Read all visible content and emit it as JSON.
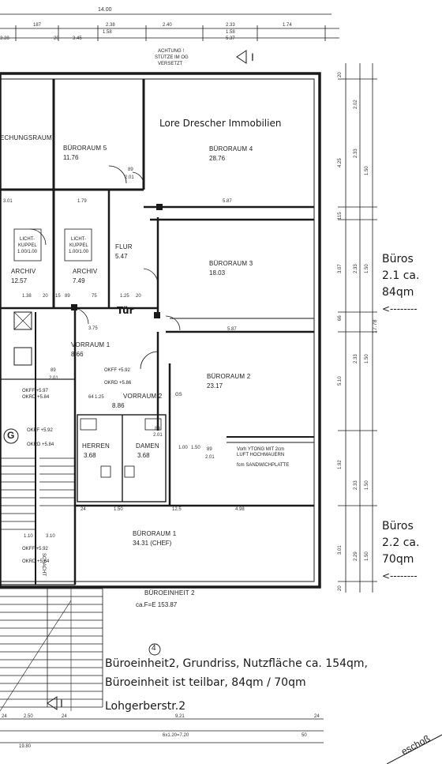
{
  "overlay": {
    "company": "Lore Drescher Immobilien",
    "door": "Tür",
    "unit1": [
      "Büros",
      "2.1 ca.",
      "84qm",
      "<--------"
    ],
    "unit2": [
      "Büros",
      "2.2 ca.",
      "70qm",
      "<--------"
    ],
    "description_line1": "Büroeinheit2, Grundriss, Nutzfläche ca. 154qm,",
    "description_line2": "Büroeinheit ist teilbar, 84qm / 70qm",
    "street": "Lohgerberstr.2"
  },
  "rooms": [
    {
      "id": "buero5",
      "name": "BÜRORAUM 5",
      "area": "11.76"
    },
    {
      "id": "buero4",
      "name": "BÜRORAUM 4",
      "area": "28.76"
    },
    {
      "id": "buero3",
      "name": "BÜRORAUM 3",
      "area": "18.03"
    },
    {
      "id": "buero2",
      "name": "BÜRORAUM 2",
      "area": "23.17"
    },
    {
      "id": "buero1",
      "name": "BÜRORAUM 1",
      "area": "34.31 (CHEF)"
    },
    {
      "id": "flur",
      "name": "FLUR",
      "area": "5.47"
    },
    {
      "id": "vorraum1",
      "name": "VORRAUM 1",
      "area": "8.66"
    },
    {
      "id": "vorraum2",
      "name": "VORRAUM 2",
      "area": "8.86"
    },
    {
      "id": "archiv1",
      "name": "ARCHIV",
      "area": "12.57"
    },
    {
      "id": "archiv2",
      "name": "ARCHIV",
      "area": "7.49"
    },
    {
      "id": "herren",
      "name": "HERREN",
      "area": "3.68"
    },
    {
      "id": "damen",
      "name": "DAMEN",
      "area": "3.68"
    },
    {
      "id": "rechenraum",
      "name": "ECHUNGSRAUM",
      "area": ""
    }
  ],
  "plan_labels": {
    "unit_title": "BÜROEINHEIT 2",
    "unit_area": "ca.F=E 153.87",
    "stair_marker": "G",
    "level_marker": "4",
    "axis_marker": "I",
    "axis_marker_bottom": "I",
    "achtung": [
      "ACHTUNG !",
      "STÜTZE IM OG",
      "VERSETZT"
    ],
    "licht1": [
      "LICHT-",
      "KUPPEL",
      "1.00/1.00"
    ],
    "licht2": [
      "LICHT-",
      "KUPPEL",
      "1.00/1.00"
    ],
    "ytong": "Vorh YTONG MIT 2cm",
    "ytong2": "LUFT HOCHMAUERN",
    "sandwich": "fcm SANDWICHPLATTE",
    "schacht": "SCHACHT",
    "gs": "GS",
    "okff1": "OKFF +5.92",
    "okrd1": "OKRD +5.86",
    "okff2": "OKFF +5.92",
    "okrd2": "OKRD +5.84",
    "okff3": "OKFF +5.92",
    "okrd3": "OKRD +5.84",
    "okff4": "OKFF +5.97",
    "okrd4": "OKRD +5.84",
    "corner": "eschoß"
  },
  "dimensions": {
    "top_total": "14.00",
    "top_row": [
      "187",
      "2.38",
      "2.40",
      "2.33",
      "1.74"
    ],
    "top_sub": [
      "1.58",
      "1.58",
      "5.37"
    ],
    "top_left": "3.28",
    "top_20": "20",
    "top_345": "3.45",
    "bottom_row": [
      "24",
      "2.50",
      "24",
      "9.21",
      "24"
    ],
    "bottom_total": "19.80",
    "bottom_sub": "6x1.20=7.20",
    "bottom_50": "50",
    "mid_row1": [
      "3.01",
      "1.79",
      "5.87"
    ],
    "mid_row2": [
      "3.75",
      "5.87"
    ],
    "mid_row3": [
      "24",
      "1.50",
      "12.5",
      "4.98"
    ],
    "mid_row4": [
      "1.10",
      "3.10"
    ],
    "misc": [
      "1.38",
      "20",
      "15",
      "89",
      "75",
      "1.25",
      "20",
      "89",
      "2.01",
      "64",
      "1.25",
      "89",
      "2.01",
      "89",
      "2.01",
      "1.00",
      "1.50",
      "89",
      "2.01"
    ],
    "right_col1": [
      "20",
      "4.25",
      "115",
      "3.07",
      "66",
      "5.10",
      "1.92",
      "3.01",
      "20"
    ],
    "right_col2": [
      "2.02",
      "2.33",
      "1.50",
      "2.33",
      "1.50",
      "2.33",
      "1.50",
      "2.33",
      "1.50",
      "2.29",
      "1.50"
    ],
    "right_total": "17.78"
  }
}
